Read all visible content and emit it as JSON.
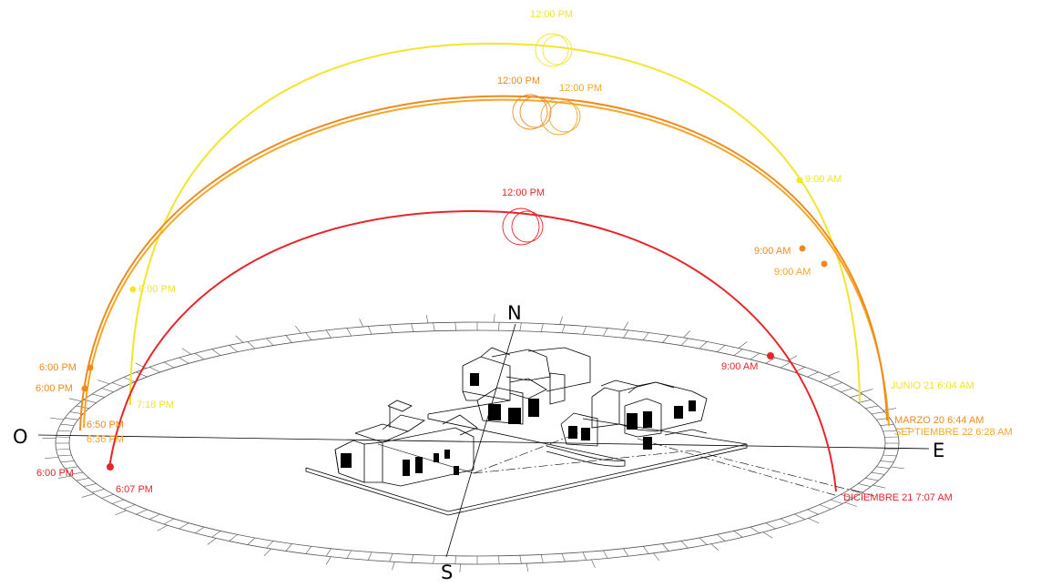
{
  "colors": {
    "junio": "#f2e52b",
    "equinox": "#f08a1c",
    "equinox_light": "#f5a623",
    "diciembre": "#e8262a",
    "lines": "#000000"
  },
  "cardinals": {
    "north": "N",
    "south": "S",
    "east": "E",
    "west": "O"
  },
  "paths": {
    "junio": {
      "noon": "12:00 PM",
      "morning": "9:00 AM",
      "afternoon": "6:00 PM",
      "sunrise": "JUNIO 21  6:04 AM",
      "sunset": "7:18 PM"
    },
    "marzo": {
      "noon": "12:00 PM",
      "morning": "9:00 AM",
      "afternoon": "6:00 PM",
      "sunrise": "MARZO 20   6:44 AM",
      "sunset": "6:50 PM"
    },
    "septiembre": {
      "noon": "12:00 PM",
      "morning": "9:00 AM",
      "afternoon": "6:00 PM",
      "sunrise": "SEPTIEMBRE 22   6:28 AM",
      "sunset": "6:36 PM"
    },
    "diciembre": {
      "noon": "12:00 PM",
      "morning": "9:00 AM",
      "afternoon": "6:00 PM",
      "sunrise": "DICIEMBRE 21  7:07 AM",
      "sunset": "6:07 PM"
    }
  }
}
